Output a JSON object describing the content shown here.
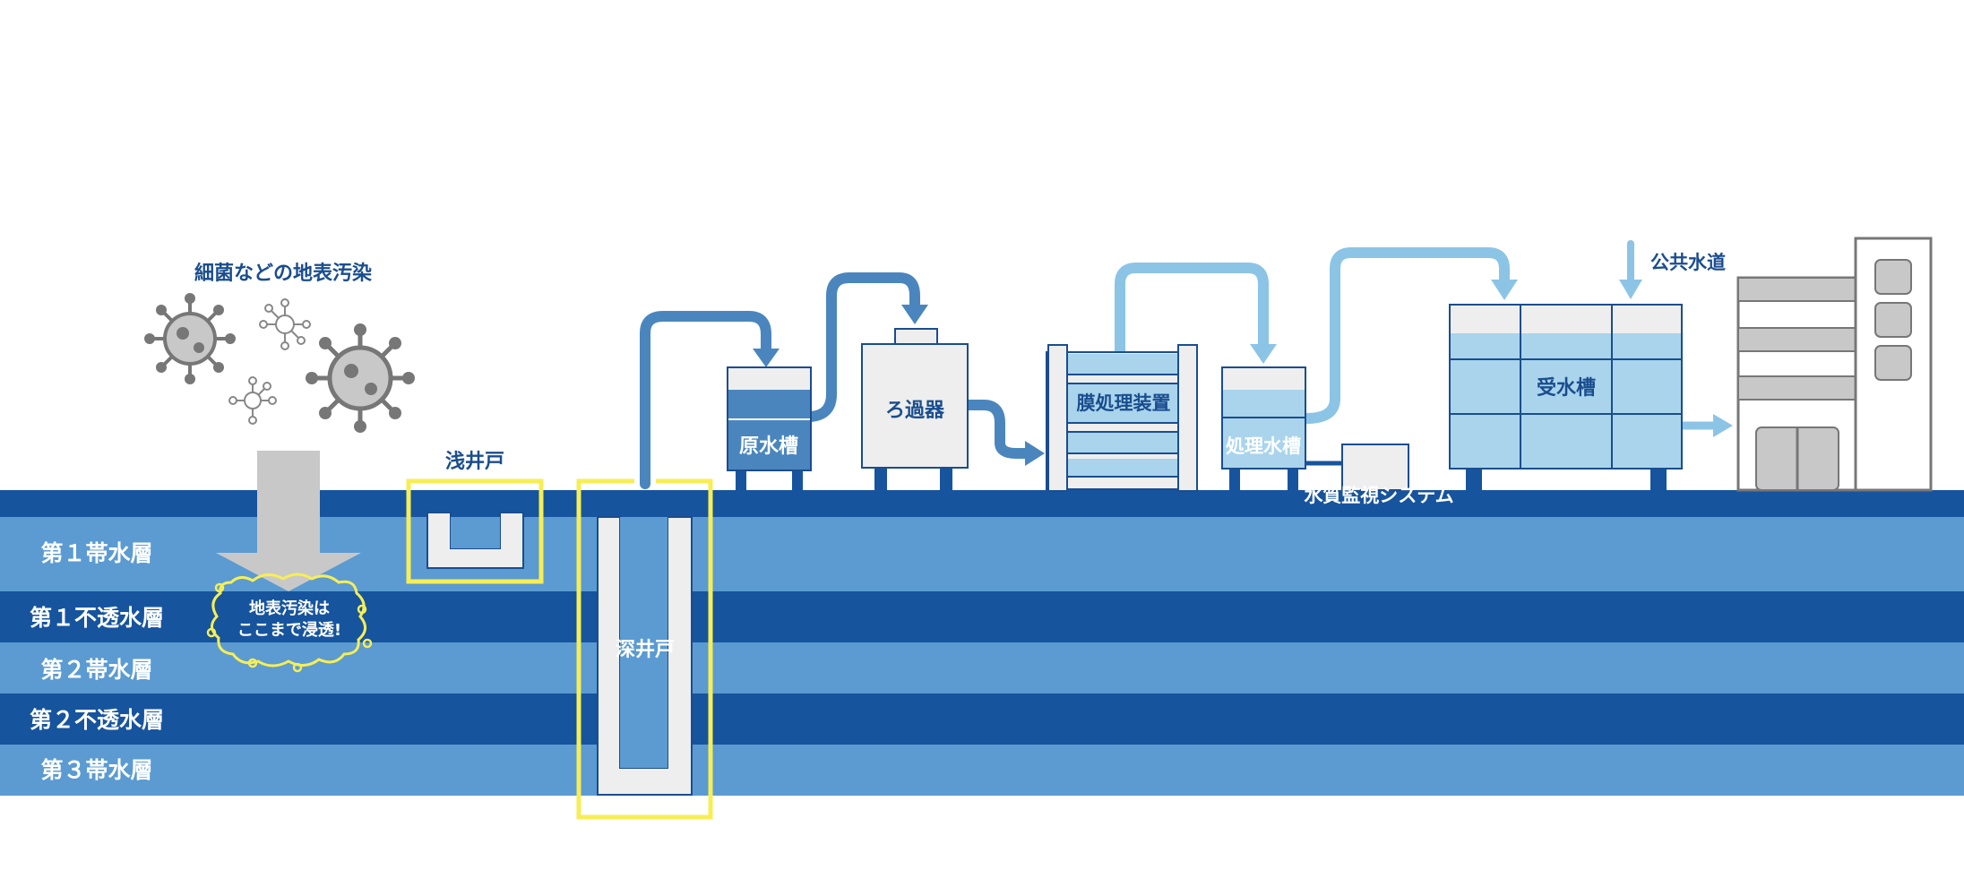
{
  "contamination": {
    "title": "細菌などの地表汚染",
    "callout_line1": "地表汚染は",
    "callout_line2": "ここまで浸透!"
  },
  "wells": {
    "shallow": "浅井戸",
    "deep": "深井戸"
  },
  "strata": [
    {
      "label": "第１帯水層"
    },
    {
      "label": "第１不透水層"
    },
    {
      "label": "第２帯水層"
    },
    {
      "label": "第２不透水層"
    },
    {
      "label": "第３帯水層"
    }
  ],
  "equipment": {
    "raw_tank": "原水槽",
    "filter": "ろ過器",
    "membrane": "膜処理装置",
    "treated_tank": "処理水槽",
    "monitor": "水質監視システム",
    "receiving_tank": "受水槽",
    "public_water": "公共水道"
  },
  "colors": {
    "navy": "#17549e",
    "aquifer": "#5b9bd2",
    "pipe_dark": "#4a86bd",
    "pipe_light": "#8cc4e6",
    "highlight": "#f7ee55",
    "equipment_fill": "#eeeeee",
    "water_light": "#a9d4ec",
    "text_navy": "#1a4d8f"
  }
}
